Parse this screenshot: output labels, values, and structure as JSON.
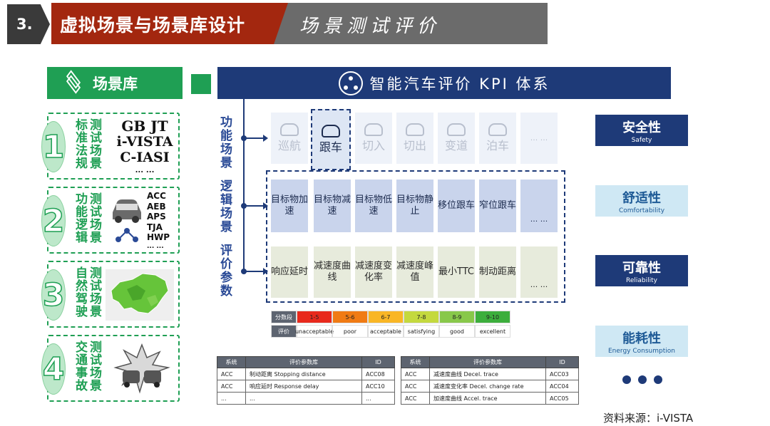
{
  "header": {
    "number": "3.",
    "title": "虚拟场景与场景库设计",
    "subtitle": "场景测试评价"
  },
  "library": {
    "title": "场景库",
    "items": [
      {
        "num": "1",
        "label": "标准法规测试场景",
        "col1": "标准法规",
        "col2": "测试场景",
        "badges": [
          "GB JT",
          "i-VISTA",
          "C-IASI",
          "... ..."
        ]
      },
      {
        "num": "2",
        "label": "功能逻辑测试场景",
        "col1": "功能逻辑",
        "col2": "测试场景",
        "badges": [
          "ACC",
          "AEB",
          "APS",
          "TJA",
          "HWP",
          "... ..."
        ]
      },
      {
        "num": "3",
        "label": "自然驾驶测试场景",
        "col1": "自然驾驶",
        "col2": "测试场景"
      },
      {
        "num": "4",
        "label": "交通事故测试场景",
        "col1": "交通事故",
        "col2": "测试场景"
      }
    ]
  },
  "kpi": {
    "title": "智能汽车评价 KPI 体系",
    "row_labels": [
      "功能场景",
      "逻辑场景",
      "评价参数"
    ],
    "functional": [
      {
        "text": "巡航",
        "active": false
      },
      {
        "text": "跟车",
        "active": true
      },
      {
        "text": "切入",
        "active": false
      },
      {
        "text": "切出",
        "active": false
      },
      {
        "text": "变道",
        "active": false
      },
      {
        "text": "泊车",
        "active": false
      },
      {
        "text": "... ...",
        "active": false
      }
    ],
    "logic": [
      "目标物加速",
      "目标物减速",
      "目标物低速",
      "目标物静止",
      "移位跟车",
      "窄位跟车",
      "... ..."
    ],
    "evaluation": [
      "响应延时",
      "减速度曲线",
      "减速度变化率",
      "减速度峰值",
      "最小TTC",
      "制动距离",
      "... ..."
    ]
  },
  "score_table": {
    "header": "分数段",
    "eval_label": "评价",
    "ranges": [
      "1-5",
      "5-6",
      "6-7",
      "7-8",
      "8-9",
      "9-10"
    ],
    "grades": [
      "unacceptable",
      "poor",
      "acceptable",
      "satisfying",
      "good",
      "excellent"
    ],
    "colors": [
      "#e8291c",
      "#f07b14",
      "#f9b625",
      "#c4d93e",
      "#88c84a",
      "#3cae3c"
    ]
  },
  "param_tables": [
    {
      "headers": [
        "系统",
        "评价参数库",
        "ID"
      ],
      "rows": [
        [
          "ACC",
          "制动距离  Stopping distance",
          "ACC08"
        ],
        [
          "ACC",
          "响应延时  Response delay",
          "ACC10"
        ],
        [
          "...",
          "...",
          "..."
        ]
      ]
    },
    {
      "headers": [
        "系统",
        "评价参数库",
        "ID"
      ],
      "rows": [
        [
          "ACC",
          "减速度曲线  Decel. trace",
          "ACC03"
        ],
        [
          "ACC",
          "减速度变化率  Decel. change rate",
          "ACC04"
        ],
        [
          "ACC",
          "加速度曲线  Accel. trace",
          "ACC05"
        ]
      ]
    }
  ],
  "metrics": [
    {
      "cn": "安全性",
      "en": "Safety",
      "style": "dark"
    },
    {
      "cn": "舒适性",
      "en": "Comfortability",
      "style": "light"
    },
    {
      "cn": "可靠性",
      "en": "Reliability",
      "style": "dark"
    },
    {
      "cn": "能耗性",
      "en": "Energy Consumption",
      "style": "light"
    }
  ],
  "colors": {
    "green": "#1f9f54",
    "navy": "#1e3a78",
    "red": "#a3270f"
  },
  "source": "资料来源：i-VISTA"
}
